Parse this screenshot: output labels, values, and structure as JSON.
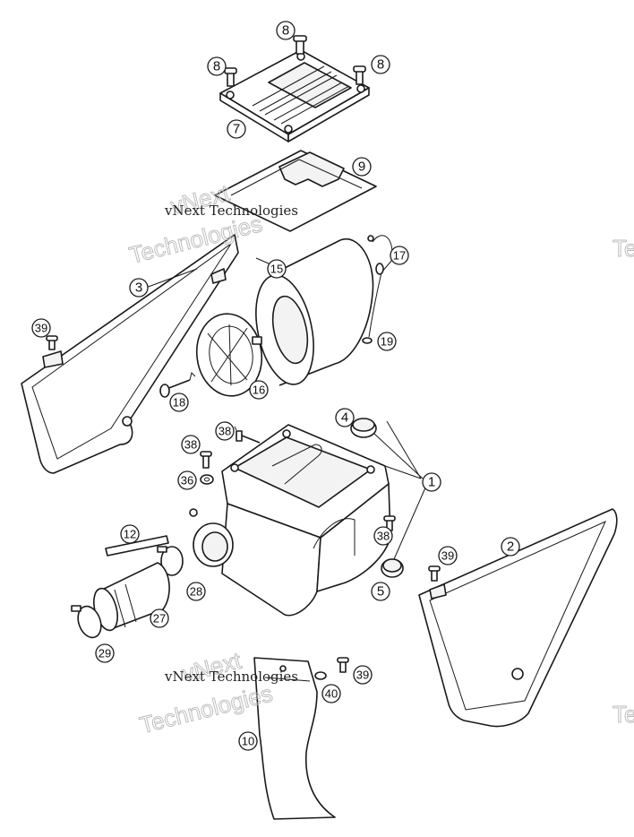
{
  "callouts": [
    "8",
    "8",
    "8",
    "7",
    "9",
    "3",
    "39",
    "15",
    "17",
    "16",
    "19",
    "18",
    "4",
    "38",
    "38",
    "36",
    "1",
    "38",
    "12",
    "2",
    "39",
    "28",
    "5",
    "27",
    "29",
    "39",
    "40",
    "10"
  ],
  "watermarks": [
    {
      "line1": "vNext",
      "line2": "Technologies",
      "overlay": "vNext Technologies"
    },
    {
      "line1": "vNext",
      "line2": "Technologies",
      "overlay": "vNext Technologies"
    }
  ],
  "edge_watermarks": [
    "Te",
    "Te"
  ],
  "colors": {
    "ink": "#1a1a1a",
    "background": "#ffffff",
    "watermark": "#b8b8b8"
  }
}
